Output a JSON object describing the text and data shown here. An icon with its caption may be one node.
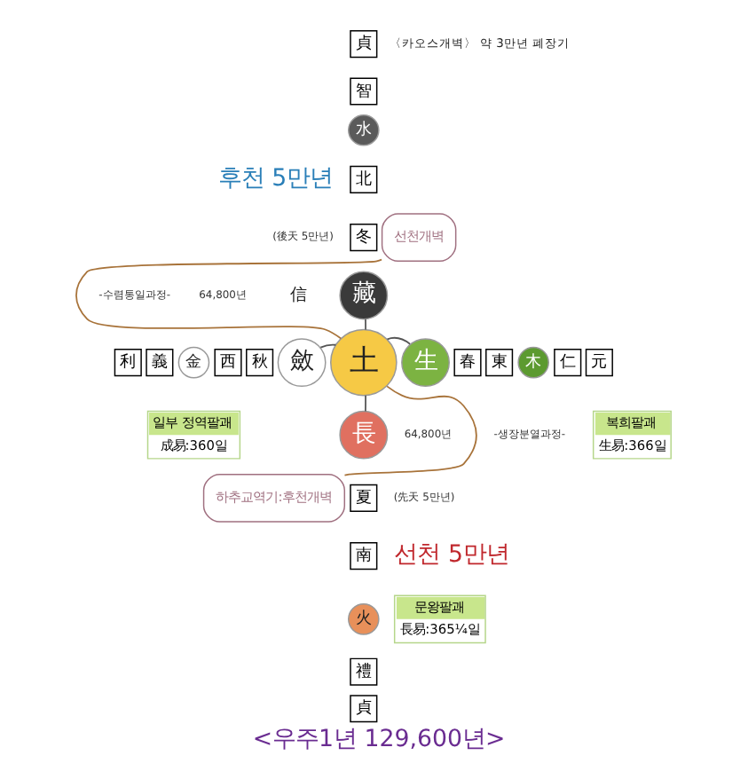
{
  "diagram": {
    "caption": "<우주1년 129,600년>",
    "nodes": [
      {
        "text": [
          "土"
        ]
      },
      {
        "text": [
          "藏"
        ]
      },
      {
        "text": [
          "生"
        ]
      },
      {
        "text": [
          "長"
        ]
      },
      {
        "text": [
          "斂"
        ]
      },
      {
        "text": [
          "貞"
        ]
      },
      {
        "text": [
          "智"
        ]
      },
      {
        "text": [
          "水"
        ]
      },
      {
        "text": [
          "北"
        ]
      },
      {
        "text": [
          "冬"
        ]
      },
      {
        "text": [
          "春"
        ]
      },
      {
        "text": [
          "東"
        ]
      },
      {
        "text": [
          "木"
        ]
      },
      {
        "text": [
          "仁"
        ]
      },
      {
        "text": [
          "元"
        ]
      },
      {
        "text": [
          "夏"
        ]
      },
      {
        "text": [
          "南"
        ]
      },
      {
        "text": [
          "火"
        ]
      },
      {
        "text": [
          "禮"
        ]
      },
      {
        "text": [
          "貞"
        ]
      },
      {
        "text": [
          "利"
        ]
      },
      {
        "text": [
          "義"
        ]
      },
      {
        "text": [
          "金"
        ]
      },
      {
        "text": [
          "西"
        ]
      },
      {
        "text": [
          "秋"
        ]
      },
      {
        "text": [
          "선천개벽"
        ]
      },
      {
        "text": [
          "하추교역기:후천개벽"
        ]
      },
      {
        "text": [
          "일부 정역팔괘",
          "成易:360일"
        ]
      },
      {
        "text": [
          "복희팔괘",
          "生易:366일"
        ]
      },
      {
        "text": [
          "문왕팔괘",
          "長易:365¼일"
        ]
      }
    ],
    "edges": [
      {
        "from": 0,
        "to": 1,
        "arrow": "none"
      },
      {
        "from": 0,
        "to": 2,
        "arrow": "none"
      },
      {
        "from": 0,
        "to": 3,
        "arrow": "none"
      },
      {
        "from": 0,
        "to": 4,
        "arrow": "none"
      },
      {
        "from": 0,
        "to": 25,
        "arrow": "none",
        "color": "#a8733a"
      },
      {
        "from": 0,
        "to": 26,
        "arrow": "none",
        "color": "#a8733a"
      }
    ],
    "labels": [
      "〈카오스개벽〉 약 3만년 폐장기",
      "후천 5만년",
      "(後天 5만년)",
      "-수렴통일과정-",
      "64,800년",
      "信",
      "64,800년",
      "-생장분열과정-",
      "(先天 5만년)",
      "선천 5만년"
    ]
  }
}
